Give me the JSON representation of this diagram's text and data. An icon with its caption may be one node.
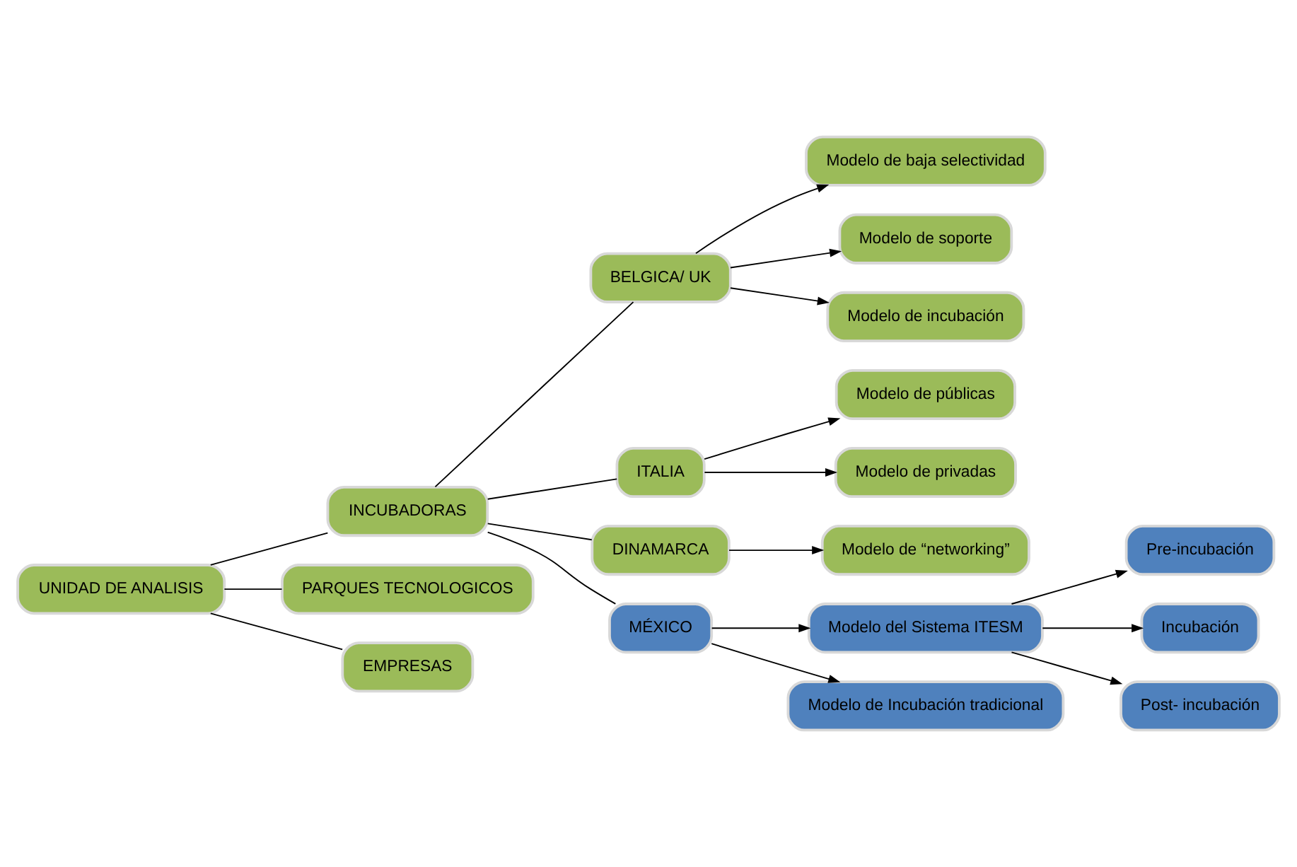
{
  "diagram": {
    "nodes": [
      {
        "text": [
          "UNIDAD DE ANALISIS"
        ]
      },
      {
        "text": [
          "INCUBADORAS"
        ]
      },
      {
        "text": [
          "PARQUES TECNOLOGICOS"
        ]
      },
      {
        "text": [
          "EMPRESAS"
        ]
      },
      {
        "text": [
          "BELGICA/ UK"
        ]
      },
      {
        "text": [
          "Modelo de baja selectividad"
        ]
      },
      {
        "text": [
          "Modelo de soporte"
        ]
      },
      {
        "text": [
          "Modelo de incubación"
        ]
      },
      {
        "text": [
          "ITALIA"
        ]
      },
      {
        "text": [
          "Modelo de públicas"
        ]
      },
      {
        "text": [
          "Modelo de privadas"
        ]
      },
      {
        "text": [
          "DINAMARCA"
        ]
      },
      {
        "text": [
          "Modelo de “networking”"
        ]
      },
      {
        "text": [
          "MÉXICO"
        ]
      },
      {
        "text": [
          "Modelo del Sistema ITESM"
        ]
      },
      {
        "text": [
          "Pre-incubación"
        ]
      },
      {
        "text": [
          "Incubación"
        ]
      },
      {
        "text": [
          "Post- incubación"
        ]
      },
      {
        "text": [
          "Modelo de Incubación tradicional"
        ]
      }
    ],
    "edges": [
      {
        "from": 0,
        "to": 1,
        "arrow": "none"
      },
      {
        "from": 0,
        "to": 2,
        "arrow": "none"
      },
      {
        "from": 0,
        "to": 3,
        "arrow": "none"
      },
      {
        "from": 1,
        "to": 4,
        "arrow": "none"
      },
      {
        "from": 1,
        "to": 8,
        "arrow": "none"
      },
      {
        "from": 1,
        "to": 11,
        "arrow": "none"
      },
      {
        "from": 1,
        "to": 13,
        "arrow": "none"
      },
      {
        "from": 4,
        "to": 5,
        "arrow": "to"
      },
      {
        "from": 4,
        "to": 6,
        "arrow": "to"
      },
      {
        "from": 4,
        "to": 7,
        "arrow": "to"
      },
      {
        "from": 8,
        "to": 9,
        "arrow": "to"
      },
      {
        "from": 8,
        "to": 10,
        "arrow": "to"
      },
      {
        "from": 11,
        "to": 12,
        "arrow": "to"
      },
      {
        "from": 13,
        "to": 14,
        "arrow": "to"
      },
      {
        "from": 13,
        "to": 18,
        "arrow": "to"
      },
      {
        "from": 14,
        "to": 15,
        "arrow": "to"
      },
      {
        "from": 14,
        "to": 16,
        "arrow": "to"
      },
      {
        "from": 14,
        "to": 17,
        "arrow": "to"
      }
    ]
  }
}
